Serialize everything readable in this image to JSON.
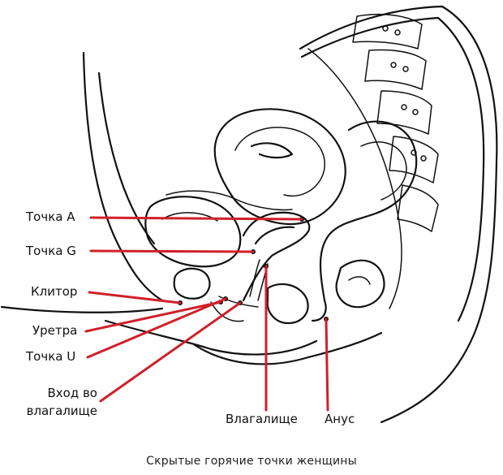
{
  "diagram": {
    "labels": {
      "point_a": "Точка А",
      "point_g": "Точка G",
      "clitoris": "Клитор",
      "urethra": "Уретра",
      "point_u": "Точка U",
      "vaginal_entrance_line1": "Вход во",
      "vaginal_entrance_line2": "влагалище",
      "vagina": "Влагалище",
      "anus": "Анус"
    },
    "caption": "Скрытые горячие точки женщины",
    "colors": {
      "leader_line": "#d0202a",
      "outline": "#111111",
      "background": "#ffffff"
    }
  }
}
